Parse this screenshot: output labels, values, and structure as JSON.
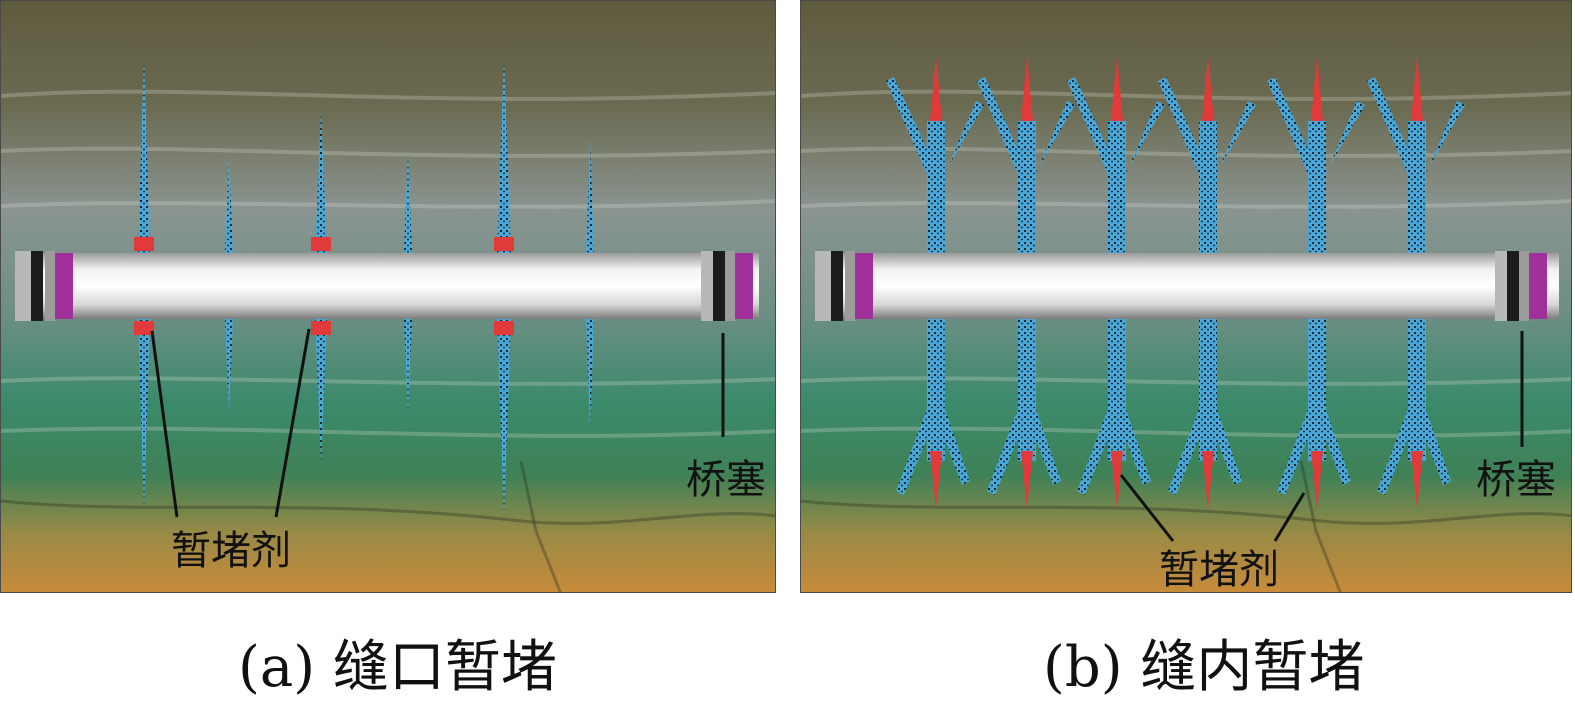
{
  "panels": [
    {
      "id": "a",
      "caption": "(a) 缝口暂堵",
      "labels": {
        "diverter": "暂堵剂",
        "plug": "桥塞"
      }
    },
    {
      "id": "b",
      "caption": "(b) 缝内暂堵",
      "labels": {
        "diverter": "暂堵剂",
        "plug": "桥塞"
      }
    }
  ],
  "colors": {
    "fracture": "#4aa8d8",
    "diverter": "#e23a3a",
    "plug_ring": "#a0309a",
    "pipe": "#e8e8e8",
    "rock_top": "#5e5a3c",
    "rock_mid": "#2f7f63",
    "rock_bottom": "#c48a3a"
  }
}
